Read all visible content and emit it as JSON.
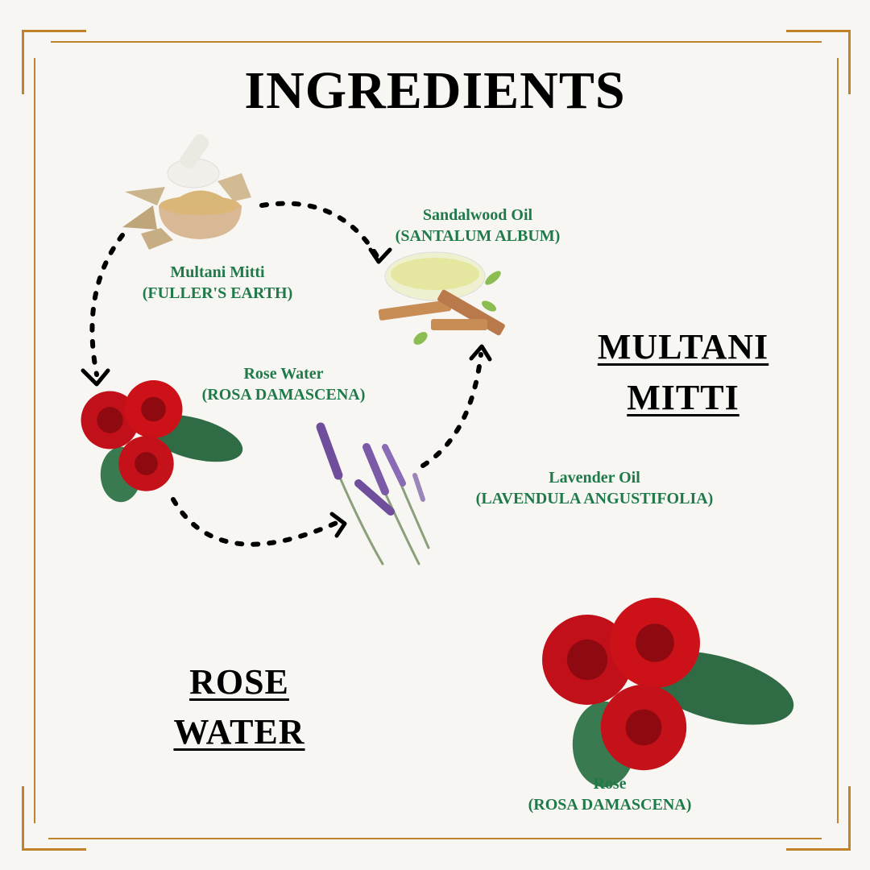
{
  "title": "INGREDIENTS",
  "colors": {
    "frame": "#c0822a",
    "label_green": "#1f7a4a",
    "arrow": "#000000"
  },
  "ingredients": [
    {
      "name": "Multani Mitti",
      "latin": "(FULLER'S EARTH)",
      "icon": "clay-bowl-image"
    },
    {
      "name": "Sandalwood Oil",
      "latin": "(SANTALUM ALBUM)",
      "icon": "oil-bowl-image"
    },
    {
      "name": "Rose Water",
      "latin": "(ROSA DAMASCENA)",
      "icon": "roses-image"
    },
    {
      "name": "Lavender Oil",
      "latin": "(LAVENDULA ANGUSTIFOLIA)",
      "icon": "lavender-image"
    },
    {
      "name": "Rose",
      "latin": "(ROSA DAMASCENA)",
      "icon": "roses-image"
    }
  ],
  "headings": {
    "multani_1": "MULTANI",
    "multani_2": "MITTI",
    "rose_1": "ROSE",
    "rose_2": "WATER"
  }
}
